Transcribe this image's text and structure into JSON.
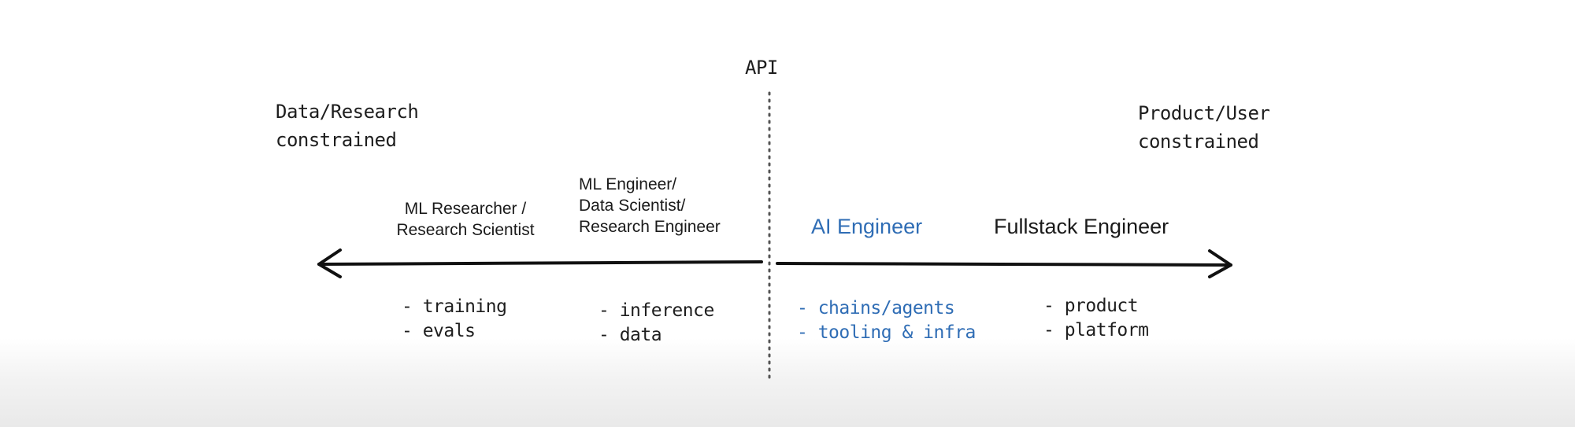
{
  "diagram": {
    "api_label": "API",
    "left_pole": {
      "lines": [
        "Data/Research",
        "constrained"
      ]
    },
    "right_pole": {
      "lines": [
        "Product/User",
        "constrained"
      ]
    },
    "roles": [
      {
        "lines": [
          "ML Researcher /",
          "Research Scientist"
        ],
        "tasks": [
          "- training",
          "- evals"
        ]
      },
      {
        "lines": [
          "ML Engineer/",
          "Data Scientist/",
          "Research Engineer"
        ],
        "tasks": [
          "- inference",
          "- data"
        ]
      },
      {
        "lines": [
          "AI Engineer"
        ],
        "tasks": [
          "- chains/agents",
          "- tooling & infra"
        ]
      },
      {
        "lines": [
          "Fullstack Engineer"
        ],
        "tasks": [
          "- product",
          "- platform"
        ]
      }
    ],
    "colors": {
      "ink": "#1e1e1e",
      "accent": "#2f6db5",
      "divider": "#555555"
    }
  }
}
